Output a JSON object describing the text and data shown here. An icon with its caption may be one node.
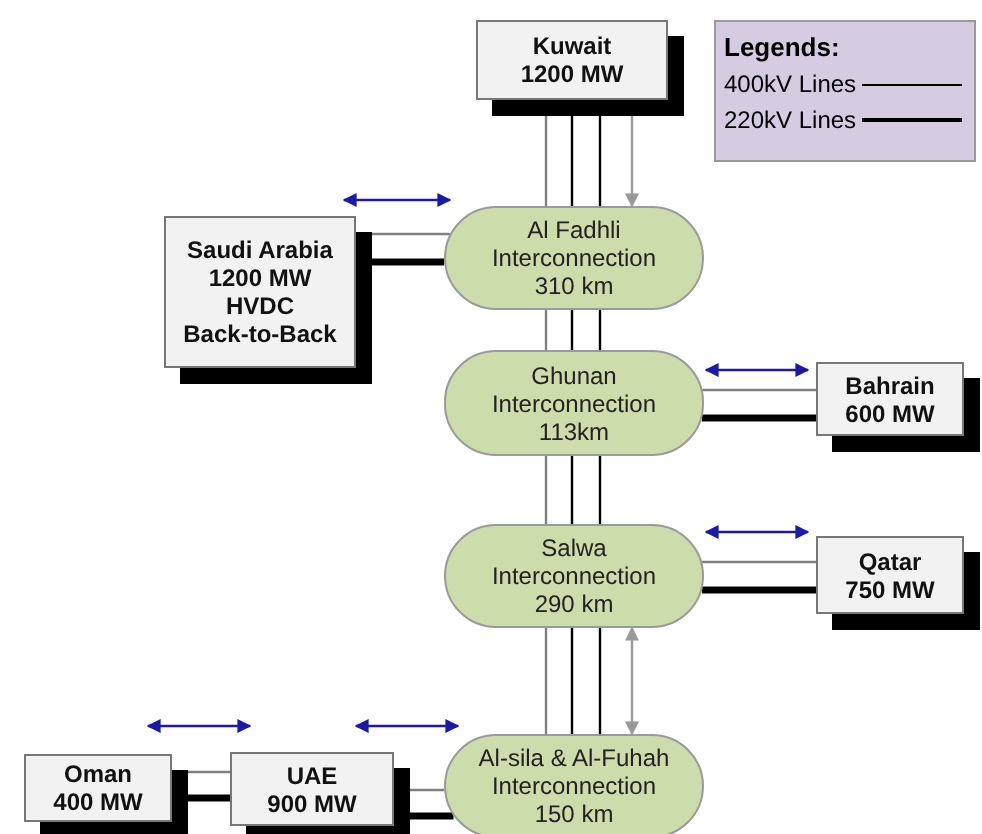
{
  "diagram": {
    "nodes": [
      {
        "text": [
          "Kuwait",
          "1200 MW"
        ]
      },
      {
        "text": [
          "Saudi Arabia",
          "1200 MW",
          "HVDC Back-to-Back"
        ]
      },
      {
        "text": [
          "Al Fadhli Interconnection",
          "310 km"
        ]
      },
      {
        "text": [
          "Ghunan Interconnection",
          "113km"
        ]
      },
      {
        "text": [
          "Bahrain",
          "600 MW"
        ]
      },
      {
        "text": [
          "Salwa Interconnection",
          "290 km"
        ]
      },
      {
        "text": [
          "Qatar",
          "750 MW"
        ]
      },
      {
        "text": [
          "Oman",
          "400 MW"
        ]
      },
      {
        "text": [
          "UAE",
          "900 MW"
        ]
      },
      {
        "text": [
          "Al-sila & Al-Fuhah Interconnection",
          "150 km"
        ]
      }
    ],
    "edges": [
      {
        "from": 0,
        "to": 2,
        "arrow": "none",
        "color": "#808080"
      },
      {
        "from": 0,
        "to": 2,
        "arrow": "none"
      },
      {
        "from": 0,
        "to": 2,
        "arrow": "none"
      },
      {
        "from": 0,
        "to": 2,
        "arrow": "both",
        "color": "#999999"
      },
      {
        "from": 2,
        "to": 3,
        "arrow": "none",
        "color": "#808080"
      },
      {
        "from": 2,
        "to": 3,
        "arrow": "none"
      },
      {
        "from": 2,
        "to": 3,
        "arrow": "none"
      },
      {
        "from": 3,
        "to": 5,
        "arrow": "none",
        "color": "#808080"
      },
      {
        "from": 3,
        "to": 5,
        "arrow": "none"
      },
      {
        "from": 3,
        "to": 5,
        "arrow": "none"
      },
      {
        "from": 5,
        "to": 9,
        "arrow": "none",
        "color": "#808080"
      },
      {
        "from": 5,
        "to": 9,
        "arrow": "none"
      },
      {
        "from": 5,
        "to": 9,
        "arrow": "none"
      },
      {
        "from": 5,
        "to": 9,
        "arrow": "both",
        "color": "#999999"
      },
      {
        "from": 1,
        "to": 2,
        "arrow": "none",
        "color": "#808080"
      },
      {
        "from": 1,
        "to": 2,
        "arrow": "none",
        "style": "thick"
      },
      {
        "from": 3,
        "to": 4,
        "arrow": "none",
        "color": "#808080"
      },
      {
        "from": 3,
        "to": 4,
        "arrow": "none",
        "style": "thick"
      },
      {
        "from": 5,
        "to": 6,
        "arrow": "none",
        "color": "#808080"
      },
      {
        "from": 5,
        "to": 6,
        "arrow": "none",
        "style": "thick"
      },
      {
        "from": 7,
        "to": 8,
        "arrow": "none",
        "color": "#808080"
      },
      {
        "from": 7,
        "to": 8,
        "arrow": "none",
        "style": "thick"
      },
      {
        "from": 8,
        "to": 9,
        "arrow": "none",
        "color": "#808080"
      },
      {
        "from": 8,
        "to": 9,
        "arrow": "none",
        "style": "thick"
      },
      {
        "from": 1,
        "to": 2,
        "arrow": "both",
        "color": "#1a1aa6"
      },
      {
        "from": 3,
        "to": 4,
        "arrow": "both",
        "color": "#1a1aa6"
      },
      {
        "from": 5,
        "to": 6,
        "arrow": "both",
        "color": "#1a1aa6"
      },
      {
        "from": 7,
        "to": 8,
        "arrow": "both",
        "color": "#1a1aa6"
      },
      {
        "from": 8,
        "to": 9,
        "arrow": "both",
        "color": "#1a1aa6"
      }
    ],
    "labels": [
      "Legends:"
    ],
    "legend": [
      {
        "text": "400kV Lines"
      },
      {
        "text": "220kV Lines"
      }
    ]
  }
}
